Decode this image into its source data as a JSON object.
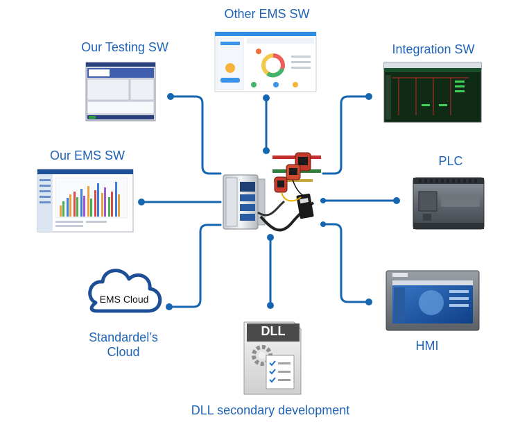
{
  "nodes": {
    "other_ems": {
      "label": "Other EMS SW"
    },
    "our_testing": {
      "label": "Our Testing SW"
    },
    "integration": {
      "label": "Integration SW"
    },
    "our_ems": {
      "label": "Our EMS SW"
    },
    "plc": {
      "label": "PLC"
    },
    "cloud": {
      "label_line1": "Standardel’s",
      "label_line2": "Cloud",
      "badge": "EMS Cloud"
    },
    "hmi": {
      "label": "HMI"
    },
    "dll": {
      "label": "DLL secondary development",
      "icon_text": "DLL"
    }
  },
  "colors": {
    "connector": "#1565b0",
    "label": "#1f63b5",
    "cloud_outline": "#1c4f96"
  },
  "icons": {
    "center": "meter-device-icon",
    "cloud": "cloud-icon",
    "dll": "dll-file-icon",
    "plc": "plc-device-icon",
    "hmi": "hmi-panel-icon"
  }
}
